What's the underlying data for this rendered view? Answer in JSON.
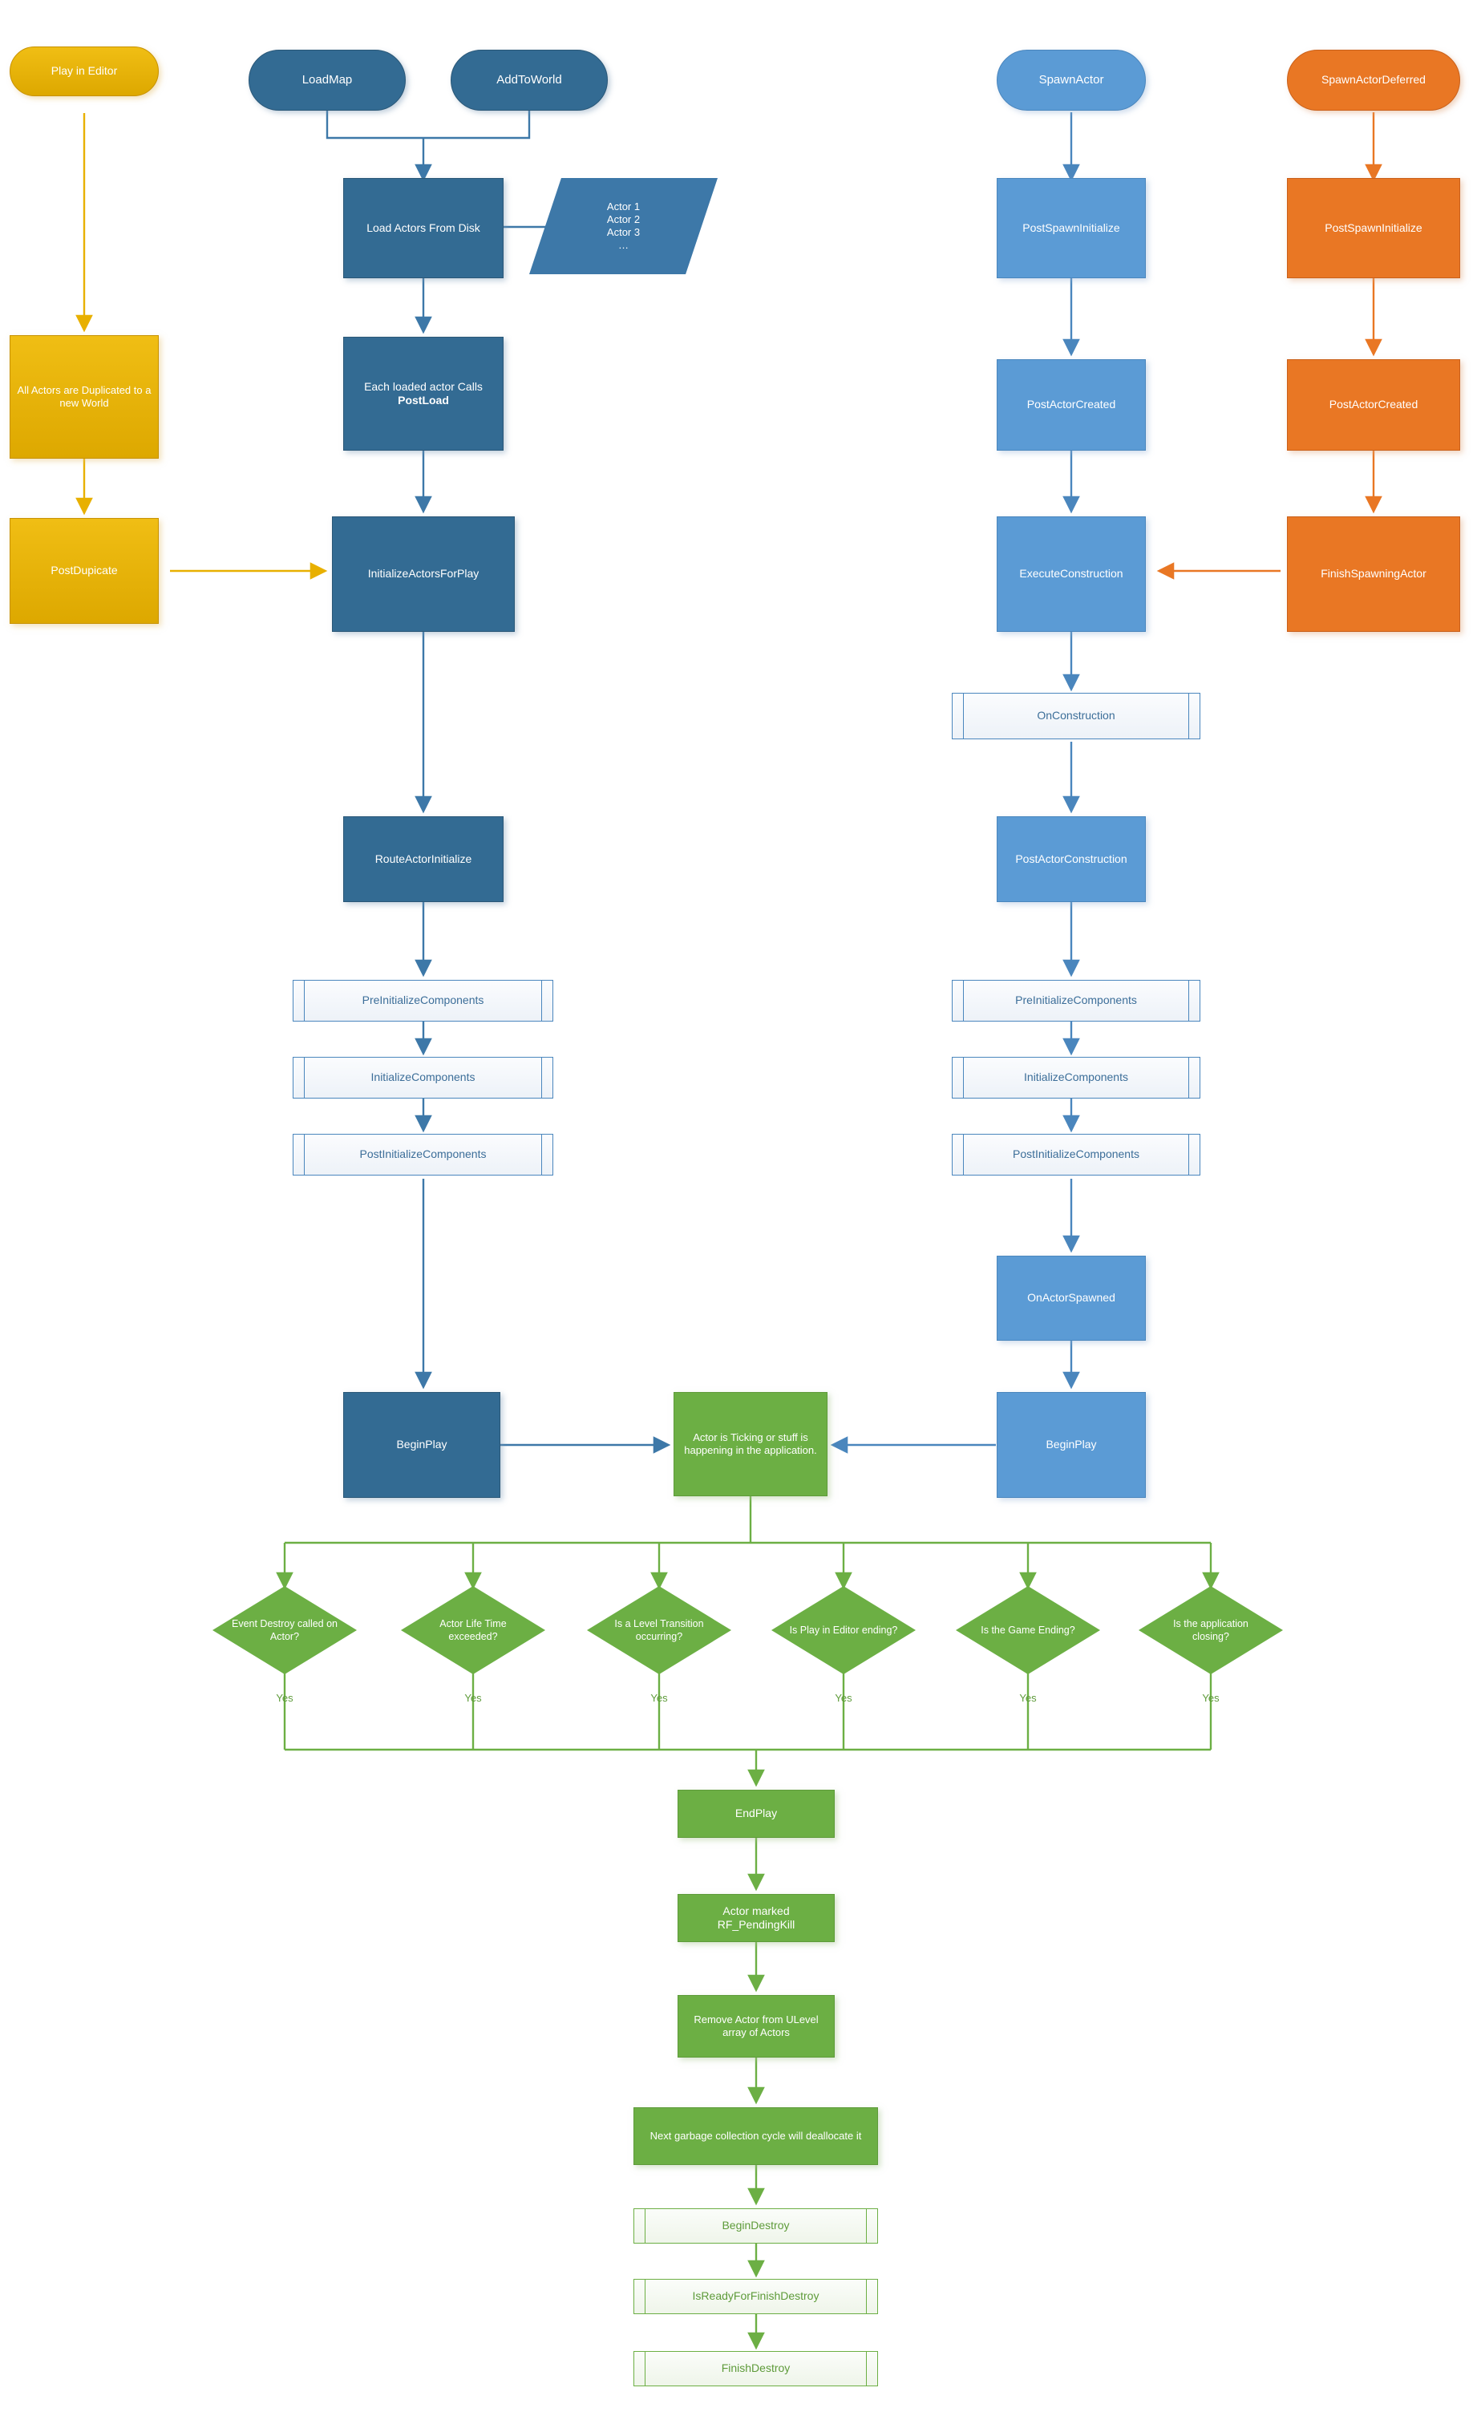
{
  "diagram": {
    "title": "Unreal Engine Actor Lifecycle Flowchart",
    "colors": {
      "dark_blue": "#336B93",
      "light_blue": "#5B9BD5",
      "orange": "#E97724",
      "yellow": "#E8B000",
      "green": "#6CAF44",
      "subroutine_blue_text": "#3C6E99",
      "subroutine_green_text": "#5E9B3A",
      "background": "#FFFFFF"
    }
  },
  "columns": {
    "editor": {
      "start": "Play in Editor",
      "duplicate": "All Actors are Duplicated to a new World",
      "post_duplicate": "PostDupicate"
    },
    "load": {
      "start_loadmap": "LoadMap",
      "start_addtoworld": "AddToWorld",
      "load_actors": "Load Actors From Disk",
      "actor_list": "Actor 1\nActor 2\nActor 3\n…",
      "actor_list_lines": [
        "Actor 1",
        "Actor 2",
        "Actor 3",
        "…"
      ],
      "post_load_prefix": "Each loaded actor Calls ",
      "post_load_bold": "PostLoad",
      "initialize_actors": "InitializeActorsForPlay",
      "route_actor_initialize": "RouteActorInitialize",
      "pre_init_components": "PreInitializeComponents",
      "init_components": "InitializeComponents",
      "post_init_components": "PostInitializeComponents",
      "begin_play": "BeginPlay"
    },
    "spawn": {
      "start": "SpawnActor",
      "post_spawn_initialize": "PostSpawnInitialize",
      "post_actor_created": "PostActorCreated",
      "execute_construction": "ExecuteConstruction",
      "on_construction": "OnConstruction",
      "post_actor_construction": "PostActorConstruction",
      "pre_init_components": "PreInitializeComponents",
      "init_components": "InitializeComponents",
      "post_init_components": "PostInitializeComponents",
      "on_actor_spawned": "OnActorSpawned",
      "begin_play": "BeginPlay"
    },
    "spawn_deferred": {
      "start": "SpawnActorDeferred",
      "post_spawn_initialize": "PostSpawnInitialize",
      "post_actor_created": "PostActorCreated",
      "finish_spawning_actor": "FinishSpawningActor"
    }
  },
  "runtime": {
    "ticking": "Actor is Ticking or stuff is happening in the application.",
    "decisions": [
      {
        "label": "Event Destroy called on Actor?",
        "branch": "Yes"
      },
      {
        "label": "Actor Life Time exceeded?",
        "branch": "Yes"
      },
      {
        "label": "Is a Level Transition occurring?",
        "branch": "Yes"
      },
      {
        "label": "Is Play in Editor ending?",
        "branch": "Yes"
      },
      {
        "label": "Is the Game Ending?",
        "branch": "Yes"
      },
      {
        "label": "Is the application closing?",
        "branch": "Yes"
      }
    ]
  },
  "destroy": {
    "end_play": "EndPlay",
    "pending_kill": "Actor marked RF_PendingKill",
    "remove_from_ulevel": "Remove Actor from ULevel array of Actors",
    "gc_cycle": "Next garbage collection cycle will deallocate it",
    "begin_destroy": "BeginDestroy",
    "is_ready_for_finish_destroy": "IsReadyForFinishDestroy",
    "finish_destroy": "FinishDestroy"
  }
}
